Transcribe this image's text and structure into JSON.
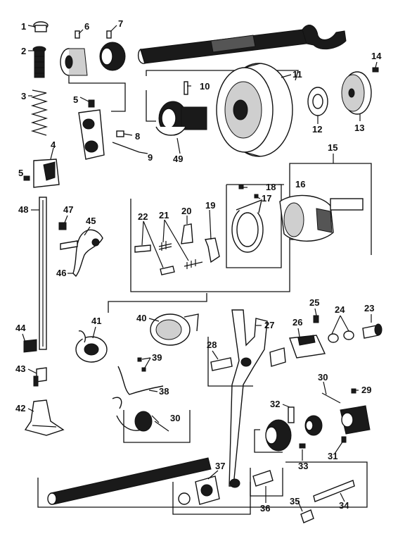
{
  "callouts": [
    {
      "id": "1"
    },
    {
      "id": "2"
    },
    {
      "id": "3"
    },
    {
      "id": "4"
    },
    {
      "id": "5"
    },
    {
      "id": "6"
    },
    {
      "id": "7"
    },
    {
      "id": "8"
    },
    {
      "id": "9"
    },
    {
      "id": "10"
    },
    {
      "id": "11"
    },
    {
      "id": "12"
    },
    {
      "id": "13"
    },
    {
      "id": "14"
    },
    {
      "id": "15"
    },
    {
      "id": "16"
    },
    {
      "id": "17"
    },
    {
      "id": "18"
    },
    {
      "id": "19"
    },
    {
      "id": "20"
    },
    {
      "id": "21"
    },
    {
      "id": "22"
    },
    {
      "id": "23"
    },
    {
      "id": "24"
    },
    {
      "id": "25"
    },
    {
      "id": "26"
    },
    {
      "id": "27"
    },
    {
      "id": "28"
    },
    {
      "id": "29"
    },
    {
      "id": "30"
    },
    {
      "id": "31"
    },
    {
      "id": "32"
    },
    {
      "id": "33"
    },
    {
      "id": "34"
    },
    {
      "id": "35"
    },
    {
      "id": "36"
    },
    {
      "id": "37"
    },
    {
      "id": "38"
    },
    {
      "id": "39"
    },
    {
      "id": "40"
    },
    {
      "id": "41"
    },
    {
      "id": "42"
    },
    {
      "id": "43"
    },
    {
      "id": "44"
    },
    {
      "id": "45"
    },
    {
      "id": "46"
    },
    {
      "id": "47"
    },
    {
      "id": "48"
    },
    {
      "id": "49"
    }
  ],
  "extra_labels": {
    "five_b": "5",
    "thirty_b": "30"
  }
}
